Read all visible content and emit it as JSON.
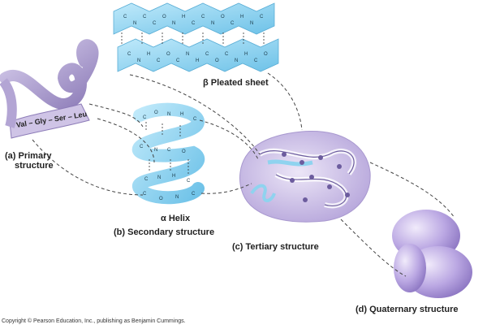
{
  "labels": {
    "primary": "(a) Primary\nstructure",
    "primary_line1": "(a) Primary",
    "primary_line2": "structure",
    "sequence": "Val – Gly – Ser – Leu",
    "pleated": "β Pleated sheet",
    "helix": "α Helix",
    "secondary": "(b) Secondary structure",
    "tertiary": "(c) Tertiary structure",
    "quaternary": "(d) Quaternary structure",
    "copyright": "Copyright © Pearson Education, Inc., publishing as Benjamin Cummings."
  },
  "colors": {
    "ribbon": "#a99bc7",
    "sheet": "#8fd3ef",
    "tertiary_blob": "#cfc4e6",
    "quaternary": "#b9a6e0",
    "dashed": "#444444"
  }
}
